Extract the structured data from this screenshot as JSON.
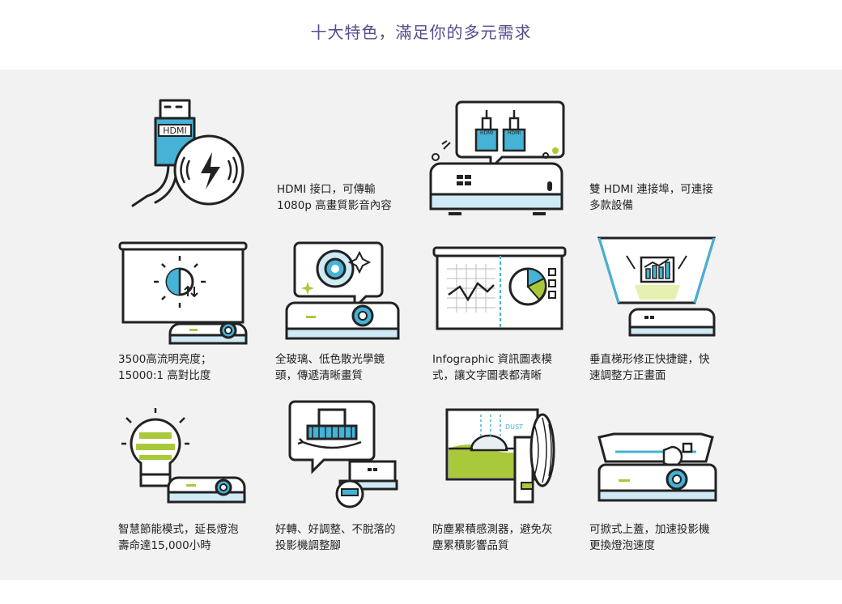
{
  "header": {
    "title": "十大特色，滿足你的多元需求"
  },
  "colors": {
    "teal": "#45b2d6",
    "lime": "#a9c93a",
    "lightblue": "#cfeaf4",
    "outline": "#222222",
    "panel": "#f2f2f2",
    "title": "#5a4a8a"
  },
  "features": [
    {
      "name": "hdmi",
      "icon": "hdmi-charge-icon",
      "lines": [
        "HDMI 接口，可傳輸",
        "1080p 高畫質影音內容"
      ]
    },
    {
      "name": "dual-hdmi",
      "icon": "dual-hdmi-projector-icon",
      "lines": [
        "雙 HDMI 連接埠，可連接",
        "多款設備"
      ]
    },
    {
      "name": "brightness",
      "icon": "brightness-screen-icon",
      "lines": [
        "3500高流明亮度；",
        "15000:1 高對比度"
      ]
    },
    {
      "name": "glass-lens",
      "icon": "glass-lens-icon",
      "lines": [
        "全玻璃、低色散光學鏡",
        "頭，傳遞清晰畫質"
      ]
    },
    {
      "name": "infographic",
      "icon": "infographic-screen-icon",
      "lines": [
        "Infographic 資訊圖表模",
        "式，讓文字圖表都清晰"
      ]
    },
    {
      "name": "keystone",
      "icon": "keystone-icon",
      "lines": [
        "垂直梯形修正快捷鍵，快",
        "速調整方正畫面"
      ]
    },
    {
      "name": "eco-mode",
      "icon": "lamp-bulb-icon",
      "lines": [
        "智慧節能模式，延長燈泡",
        "壽命達15,000小時"
      ]
    },
    {
      "name": "easy-adjust",
      "icon": "adjust-knob-icon",
      "lines": [
        "好轉、好調整、不脫落的",
        "投影機調整腳"
      ]
    },
    {
      "name": "dust-sensor",
      "icon": "dust-sensor-icon",
      "lines": [
        "防塵累積感測器，避免灰",
        "塵累積影響品質"
      ]
    },
    {
      "name": "lamp-cover",
      "icon": "lamp-cover-icon",
      "lines": [
        "可掀式上蓋，加速投影機",
        "更換燈泡速度"
      ]
    }
  ],
  "icon_text": {
    "hdmi": "HDMI",
    "dust": "DUST"
  }
}
